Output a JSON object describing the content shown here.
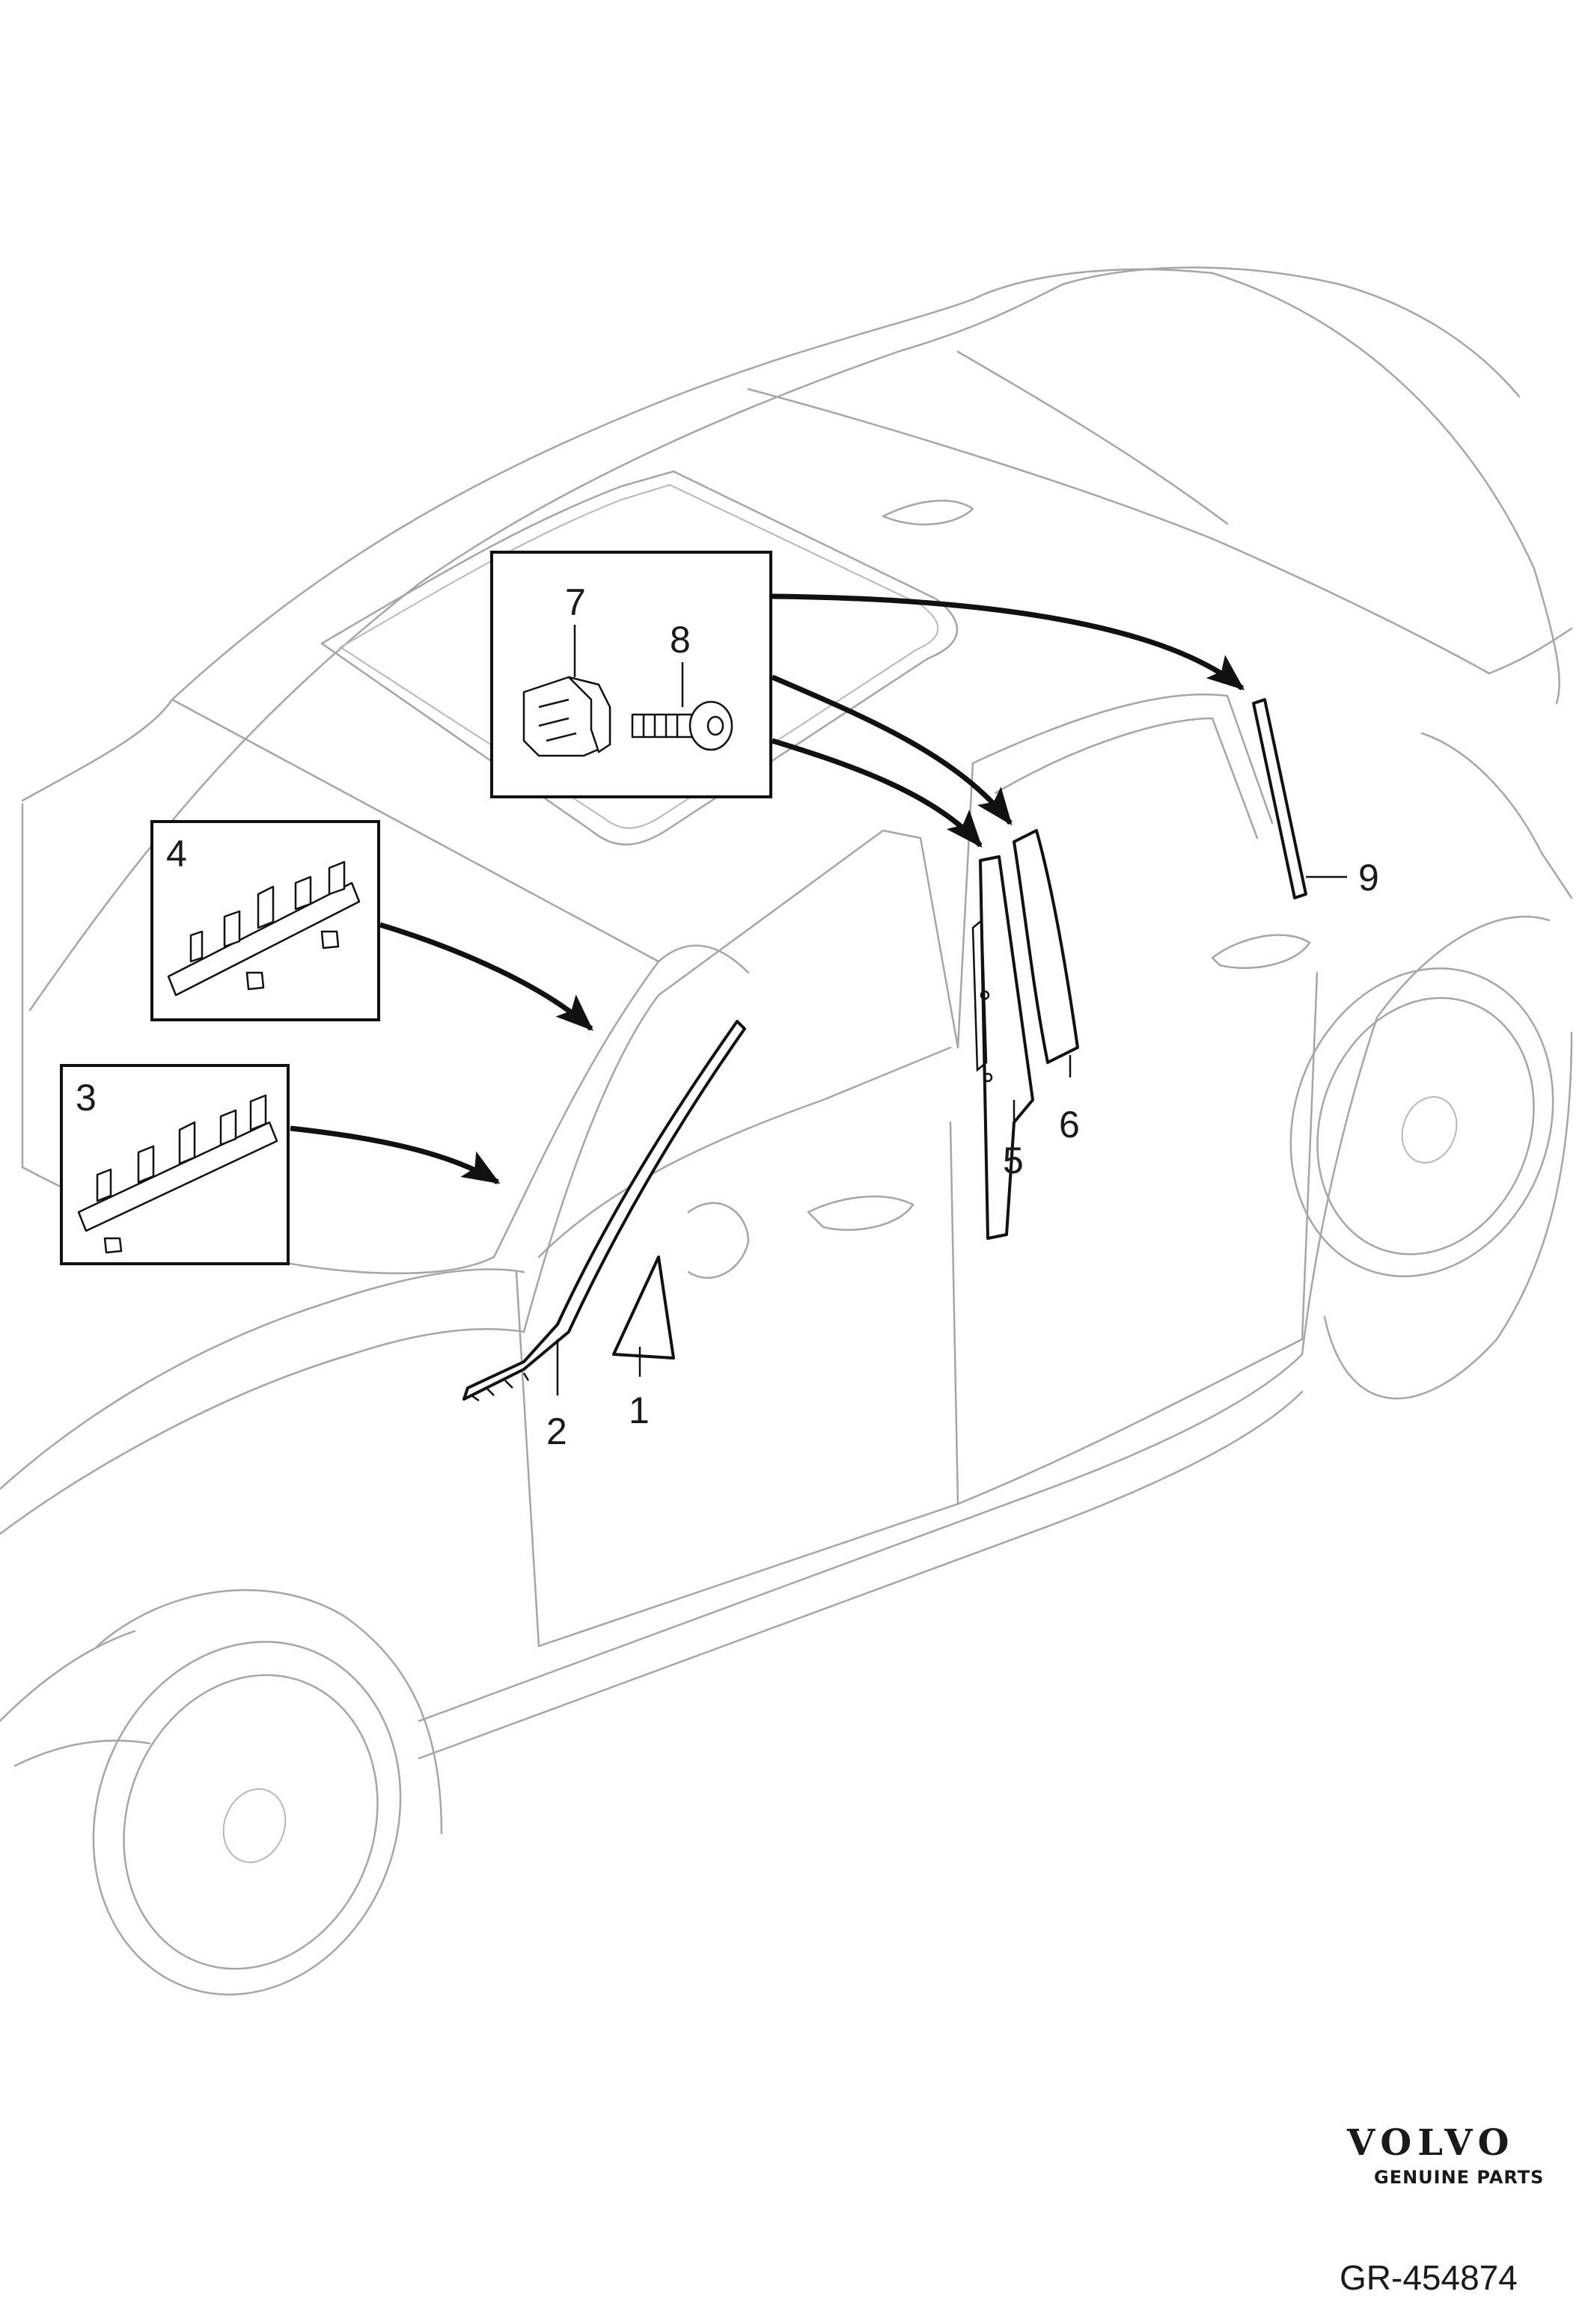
{
  "diagram": {
    "callouts": [
      "1",
      "2",
      "3",
      "4",
      "5",
      "6",
      "7",
      "8",
      "9"
    ],
    "icons": {
      "vehicle": "sedan-outline-icon",
      "clip_3": "moulding-clip-strip-icon",
      "clip_4": "moulding-clip-strip-icon",
      "clip_7": "push-nut-clip-icon",
      "screw_8": "torx-screw-icon"
    }
  },
  "branding": {
    "logo_text": "VOLVO",
    "logo_subtext": "GENUINE PARTS",
    "figure_ref": "GR-454874"
  }
}
